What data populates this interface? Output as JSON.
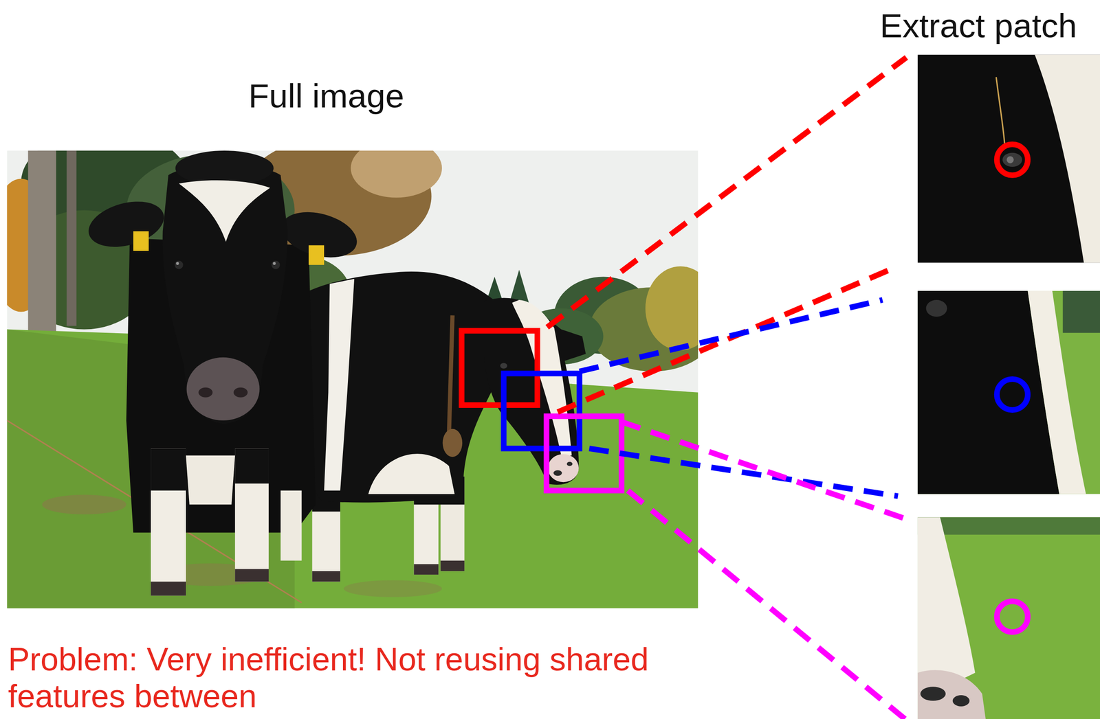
{
  "diagram": {
    "labels": [
      "Full image",
      "Extract patch",
      "Problem: Very inefficient! Not reusing shared features between"
    ]
  }
}
